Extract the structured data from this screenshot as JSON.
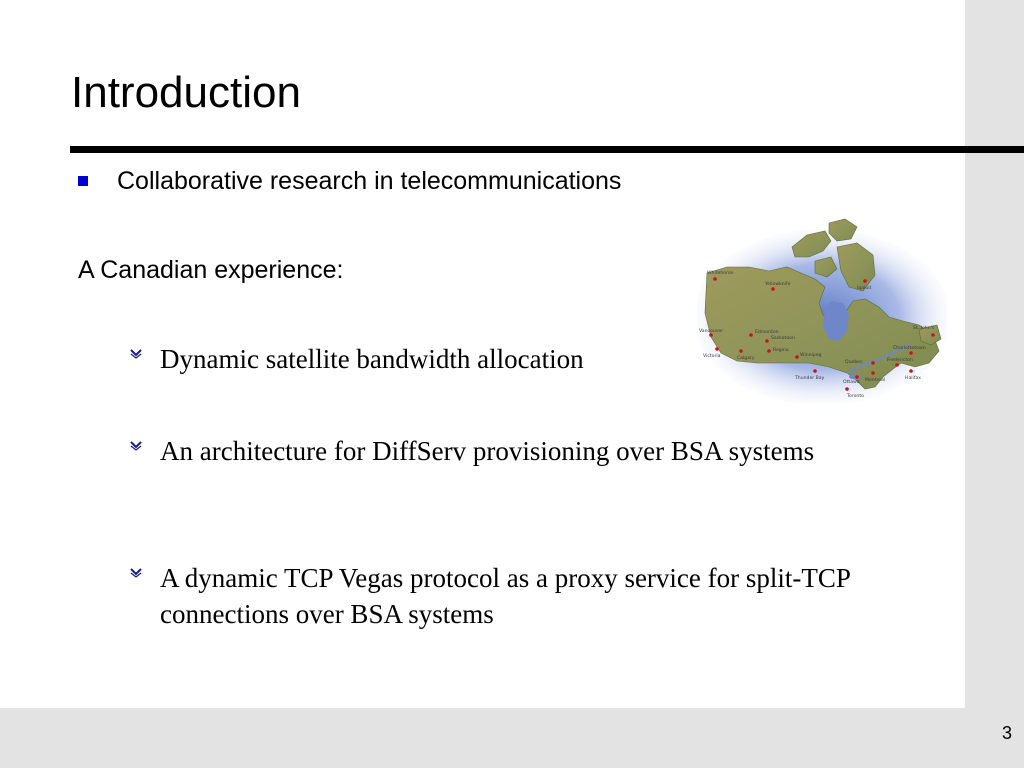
{
  "slide": {
    "title": "Introduction",
    "bullet": "Collaborative research in telecommunications",
    "subheading": "A Canadian experience:",
    "items": [
      {
        "text": "Dynamic satellite bandwidth allocation"
      },
      {
        "text": "An architecture for DiffServ provisioning over BSA systems"
      },
      {
        "text": "A dynamic TCP Vegas protocol as a proxy service for split-TCP  connections over BSA systems"
      }
    ],
    "page_number": "3"
  },
  "map": {
    "cities": [
      "Whitehorse",
      "Yellowknife",
      "Iqaluit",
      "Vancouver",
      "Victoria",
      "Edmonton",
      "Calgary",
      "Saskatoon",
      "Regina",
      "Winnipeg",
      "Thunder Bay",
      "Quebec",
      "Ottawa",
      "Montreal",
      "Toronto",
      "Charlottetown",
      "Fredericton",
      "Halifax",
      "St. John's"
    ]
  },
  "colors": {
    "bullet": "#0000cc",
    "chevron": "#1a1a8c",
    "band": "#e3e3e3",
    "city_marker": "#cc1020"
  }
}
